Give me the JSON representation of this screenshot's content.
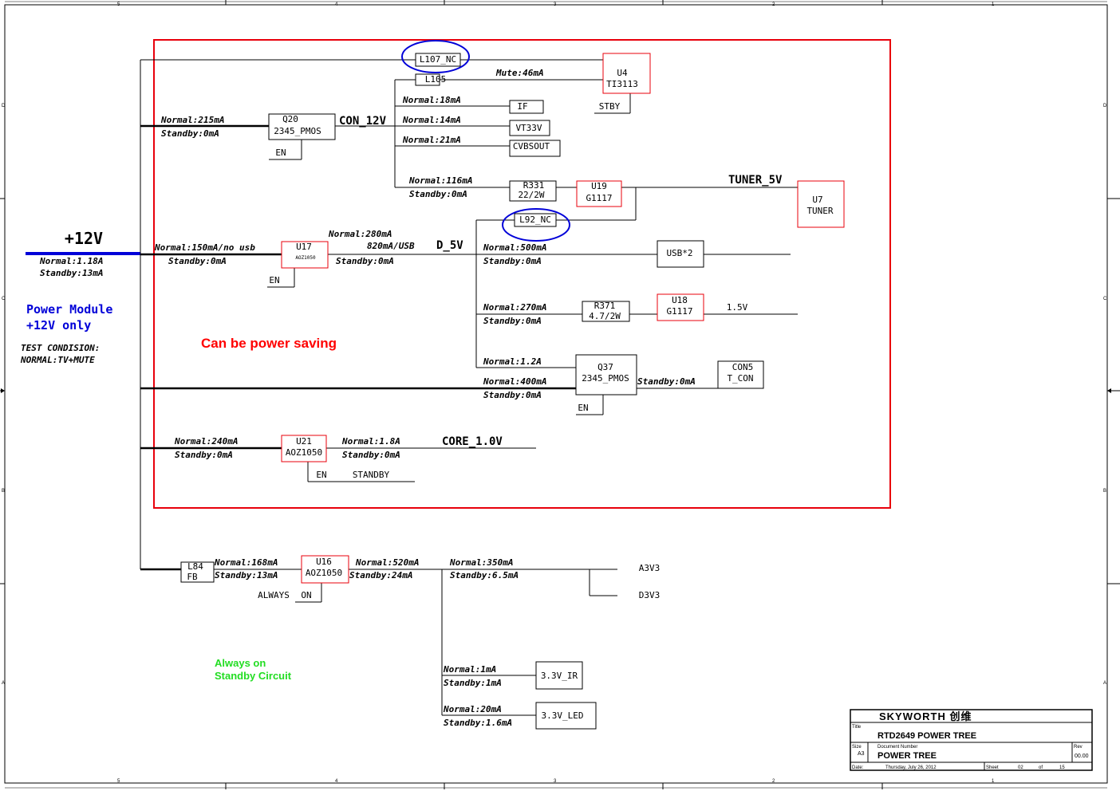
{
  "colors": {
    "highlight_box": "#e8000b",
    "nc_ellipse": "#0000d8",
    "power_module": "#0000d8",
    "power_saving": "#ff0000",
    "standby_circuit": "#22dd22"
  },
  "border": {
    "col_labels": [
      "5",
      "4",
      "3",
      "2",
      "1"
    ],
    "row_labels": [
      "D",
      "C",
      "B",
      "A"
    ]
  },
  "input": {
    "rail": "+12V",
    "normal": "Normal:1.18A",
    "standby": "Standby:13mA"
  },
  "notes": {
    "power_module_1": "Power Module",
    "power_module_2": "+12V only",
    "test_1": "TEST CONDISION:",
    "test_2": "NORMAL:TV+MUTE",
    "power_saving": "Can be power saving",
    "always_on_1": "Always on",
    "always_on_2": "Standby Circuit"
  },
  "parts": {
    "l107": "L107_NC",
    "l105": "L105",
    "u4": "U4",
    "u4_part": "TI3113",
    "stby": "STBY",
    "q20": "Q20",
    "q20_part": "2345_PMOS",
    "q20_en": "EN",
    "if": "IF",
    "vt33v": "VT33V",
    "cvbsout": "CVBSOUT",
    "r331": "R331",
    "r331_val": "22/2W",
    "u19": "U19",
    "u19_part": "G1117",
    "u7": "U7",
    "u7_part": "TUNER",
    "l92": "L92_NC",
    "u17": "U17",
    "u17_part": "AOZ1050",
    "u17_en": "EN",
    "usb": "USB*2",
    "r371": "R371",
    "r371_val": "4.7/2W",
    "u18": "U18",
    "u18_part": "G1117",
    "v15": "1.5V",
    "q37": "Q37",
    "q37_part": "2345_PMOS",
    "q37_en": "EN",
    "con5": "CON5",
    "tcon": "T_CON",
    "u21": "U21",
    "u21_part": "AOZ1050",
    "u21_en": "EN",
    "u21_standby": "STANDBY",
    "l84": "L84",
    "l84_val": "FB",
    "u16": "U16",
    "u16_part": "AOZ1050",
    "always": "ALWAYS",
    "on": "ON",
    "a3v3": "A3V3",
    "d3v3": "D3V3",
    "ir": "3.3V_IR",
    "led": "3.3V_LED"
  },
  "rails": {
    "con12v": "CON_12V",
    "tuner5v": "TUNER_5V",
    "d5v": "D_5V",
    "core": "CORE_1.0V"
  },
  "loads": {
    "mute": "Mute:46mA",
    "q20_normal": "Normal:215mA",
    "q20_standby": "Standby:0mA",
    "if_normal": "Normal:18mA",
    "vt_normal": "Normal:14mA",
    "cvbs_normal": "Normal:21mA",
    "tuner_normal": "Normal:116mA",
    "tuner_standby": "Standby:0mA",
    "u17_in_normal": "Normal:150mA/no usb",
    "u17_in_standby": "Standby:0mA",
    "u17_out_normal": "Normal:280mA",
    "u17_out_usb": "820mA/USB",
    "u17_out_standby": "Standby:0mA",
    "usb_normal": "Normal:500mA",
    "usb_standby": "Standby:0mA",
    "u18_normal": "Normal:270mA",
    "u18_standby": "Standby:0mA",
    "q37_branch_normal": "Normal:1.2A",
    "q37_in_normal": "Normal:400mA",
    "q37_in_standby": "Standby:0mA",
    "q37_out_standby": "Standby:0mA",
    "u21_in_normal": "Normal:240mA",
    "u21_in_standby": "Standby:0mA",
    "u21_out_normal": "Normal:1.8A",
    "u21_out_standby": "Standby:0mA",
    "u16_in_normal": "Normal:168mA",
    "u16_in_standby": "Standby:13mA",
    "u16_out_normal": "Normal:520mA",
    "u16_out_standby": "Standby:24mA",
    "a3_normal": "Normal:350mA",
    "a3_standby": "Standby:6.5mA",
    "ir_normal": "Normal:1mA",
    "ir_standby": "Standby:1mA",
    "led_normal": "Normal:20mA",
    "led_standby": "Standby:1.6mA"
  },
  "title_block": {
    "company": "SKYWORTH 创维",
    "title_caption": "Title",
    "title": "RTD2649 POWER TREE",
    "size_caption": "Size",
    "size": "A3",
    "doc_caption": "Document Number",
    "doc": "POWER TREE",
    "rev_caption": "Rev",
    "rev": "00.00",
    "date_caption": "Date:",
    "date": "Thursday, July 26, 2012",
    "sheet_caption": "Sheet",
    "sheet": "02",
    "of_caption": "of",
    "sheets": "15"
  }
}
